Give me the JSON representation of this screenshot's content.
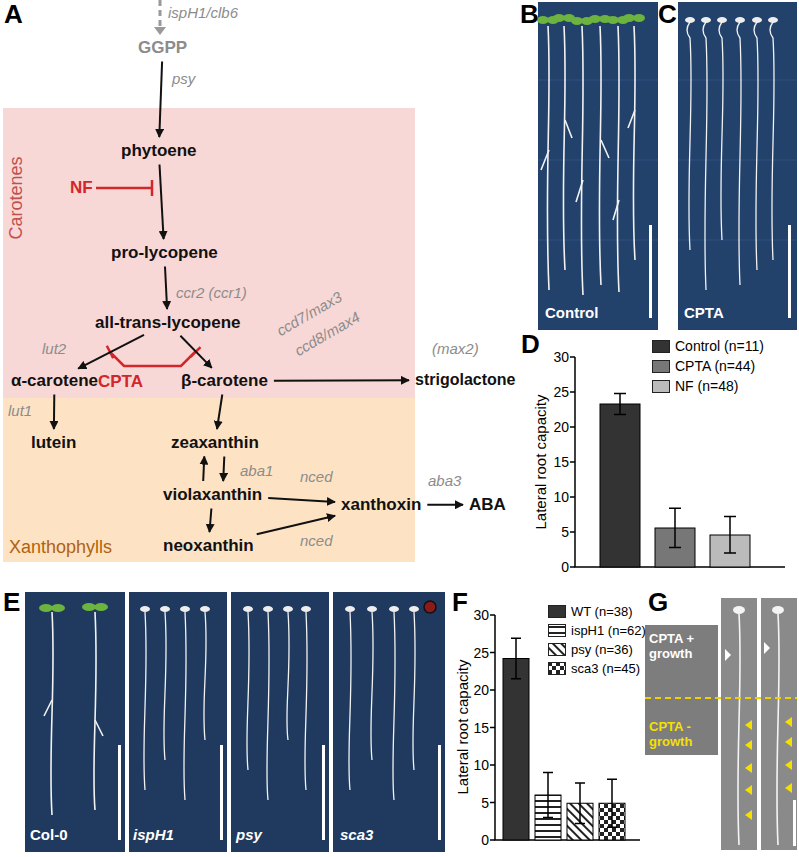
{
  "diagram": {
    "nodes": [
      {
        "text": [
          "GGPP"
        ]
      },
      {
        "text": [
          "Carotenes"
        ]
      },
      {
        "text": [
          "phytoene"
        ],
        "in": 1
      },
      {
        "text": [
          "pro-lycopene"
        ],
        "in": 1
      },
      {
        "text": [
          "all-trans-lycopene"
        ],
        "in": 1
      },
      {
        "text": [
          "α-carotene"
        ],
        "in": 1
      },
      {
        "text": [
          "β-carotene"
        ],
        "in": 1
      },
      {
        "text": [
          "strigolactone"
        ]
      },
      {
        "text": [
          "Xanthophylls"
        ]
      },
      {
        "text": [
          "lutein"
        ],
        "in": 8
      },
      {
        "text": [
          "zeaxanthin"
        ],
        "in": 8
      },
      {
        "text": [
          "violaxanthin"
        ],
        "in": 8
      },
      {
        "text": [
          "neoxanthin"
        ],
        "in": 8
      },
      {
        "text": [
          "xanthoxin"
        ],
        "in": 8
      },
      {
        "text": [
          "ABA"
        ]
      },
      {
        "text": [
          "CPTA + growth",
          "CPTA - growth"
        ]
      }
    ],
    "edges": [
      {
        "from": 0,
        "to": 2,
        "arrow": "to"
      },
      {
        "from": 2,
        "to": 3,
        "arrow": "to"
      },
      {
        "from": 3,
        "to": 4,
        "arrow": "to"
      },
      {
        "from": 4,
        "to": 5,
        "arrow": "to"
      },
      {
        "from": 4,
        "to": 6,
        "arrow": "to"
      },
      {
        "from": 6,
        "to": 7,
        "arrow": "to"
      },
      {
        "from": 5,
        "to": 9,
        "arrow": "to"
      },
      {
        "from": 6,
        "to": 10,
        "arrow": "to"
      },
      {
        "from": 10,
        "to": 11,
        "arrow": "to"
      },
      {
        "from": 11,
        "to": 10,
        "arrow": "to"
      },
      {
        "from": 11,
        "to": 12,
        "arrow": "to"
      },
      {
        "from": 11,
        "to": 13,
        "arrow": "to"
      },
      {
        "from": 12,
        "to": 13,
        "arrow": "to"
      },
      {
        "from": 13,
        "to": 14,
        "arrow": "to"
      }
    ],
    "labels": [
      "A",
      "ispH1/clb6",
      "psy",
      "NF",
      "ccr2 (ccr1)",
      "lut2",
      "CPTA",
      "ccd7/max3",
      "ccd8/max4",
      "(max2)",
      "lut1",
      "aba1",
      "nced",
      "nced",
      "aba3",
      "B",
      "C",
      "Control",
      "CPTA",
      "D",
      "Lateral root capacity",
      "0",
      "5",
      "10",
      "15",
      "20",
      "25",
      "30",
      "E",
      "Col-0",
      "ispH1",
      "psy",
      "sca3",
      "F",
      "Lateral root capacity",
      "0",
      "5",
      "10",
      "15",
      "20",
      "25",
      "30",
      "G"
    ],
    "legend": [
      {
        "text": "Control (n=11)",
        "color": "#333333"
      },
      {
        "text": "CPTA (n=44)",
        "color": "#777777"
      },
      {
        "text": "NF (n=48)",
        "color": "#bbbbbb"
      },
      {
        "text": "WT (n=38)",
        "color": "#333333"
      },
      {
        "text": "ispH1 (n=62)"
      },
      {
        "text": "psy (n=36)"
      },
      {
        "text": "sca3 (n=45)"
      }
    ]
  }
}
